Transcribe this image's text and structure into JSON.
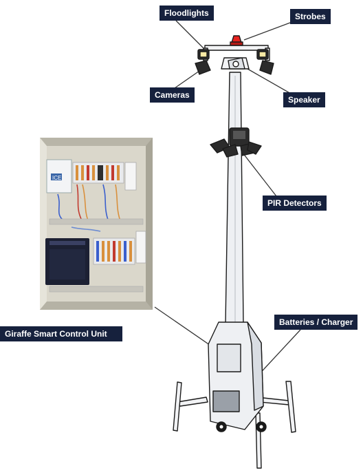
{
  "labels": {
    "floodlights": "Floodlights",
    "strobes": "Strobes",
    "cameras": "Cameras",
    "speaker": "Speaker",
    "pir_detectors": "PIR Detectors",
    "batteries_charger": "Batteries / Charger",
    "control_unit": "Giraffe Smart Control  Unit"
  },
  "control_panel": {
    "device_badge": "ICE"
  },
  "colors": {
    "label_bg": "#16213d",
    "label_text": "#ffffff",
    "strobe": "#e8231f",
    "outline": "#1a1a1a",
    "tower_fill": "#eef0f3",
    "panel_frame": "#b8b5a8",
    "panel_back": "#dad7cb"
  }
}
